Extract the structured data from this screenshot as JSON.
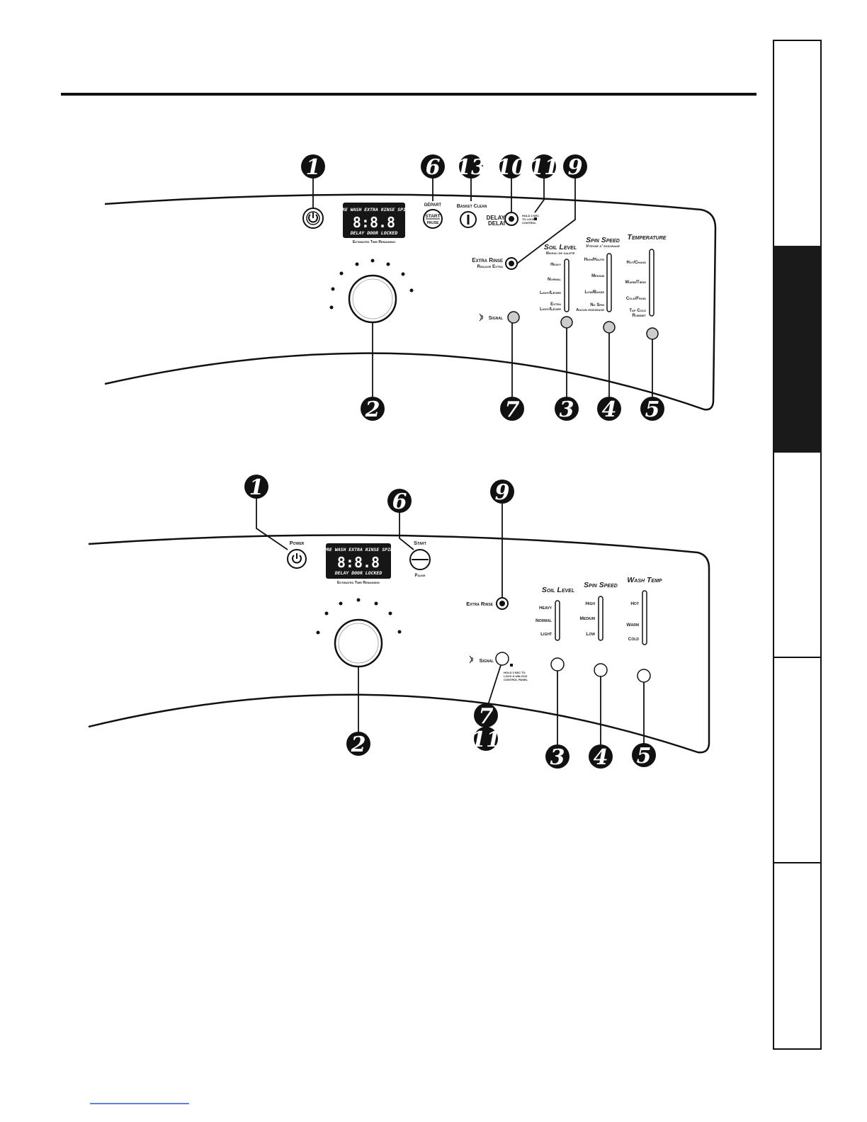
{
  "panel_top": {
    "callouts": [
      "1",
      "6",
      "13",
      "10",
      "11",
      "9",
      "2",
      "7",
      "3",
      "4",
      "5"
    ],
    "display": {
      "top_text": "PRE WASH EXTRA RINSE SPIN",
      "digits": "8:8.8",
      "bottom_text": "DELAY DOOR LOCKED",
      "caption": "Estimated Time Remaining"
    },
    "start_above": "DÉPART",
    "start_button": [
      "START",
      "PAUSE"
    ],
    "basket_clean": "Basket Clean",
    "delay": [
      "DELAY",
      "DELAI"
    ],
    "lock_note": [
      "HOLD 3 SEC",
      "TO LOCK",
      "CONTROL"
    ],
    "extra_rinse": [
      "Extra Rinse",
      "Rinçage Extra"
    ],
    "signal": "Signal",
    "soil_level": {
      "title": "Soil Level",
      "subtitle": "Niveau de saleté",
      "options": [
        "Heavy",
        "Normal",
        "Light/Léger",
        "Extra",
        "Light/Léger"
      ]
    },
    "spin_speed": {
      "title": "Spin Speed",
      "subtitle": "Vitesse d' essorage",
      "options": [
        "High/Haute",
        "Medium",
        "Low/Basse",
        "No Spin",
        "Aucun essorage"
      ]
    },
    "temperature": {
      "title": "Temperature",
      "options": [
        "Hot/Chaud",
        "Warm/Tiède",
        "Cold/Froid",
        "Tap Cold",
        "Robinet"
      ]
    }
  },
  "panel_bottom": {
    "callouts": [
      "1",
      "6",
      "9",
      "2",
      "7",
      "11",
      "3",
      "4",
      "5"
    ],
    "power": "Power",
    "display": {
      "top_text": "PRE WASH EXTRA RINSE SPIN",
      "digits": "8:8.8",
      "bottom_text": "DELAY DOOR LOCKED",
      "caption": "Estimated Time Remaining"
    },
    "start": "Start",
    "pause": "Pause",
    "extra_rinse": "Extra Rinse",
    "signal": "Signal",
    "lock_note": [
      "HOLD 3 SEC TO",
      "LOCK & UNLOCK",
      "CONTROL PANEL"
    ],
    "soil_level": {
      "title": "Soil Level",
      "options": [
        "Heavy",
        "Normal",
        "Light"
      ]
    },
    "spin_speed": {
      "title": "Spin Speed",
      "options": [
        "High",
        "Medium",
        "Low"
      ]
    },
    "wash_temp": {
      "title": "Wash Temp",
      "options": [
        "Hot",
        "Warm",
        "Cold"
      ]
    }
  }
}
